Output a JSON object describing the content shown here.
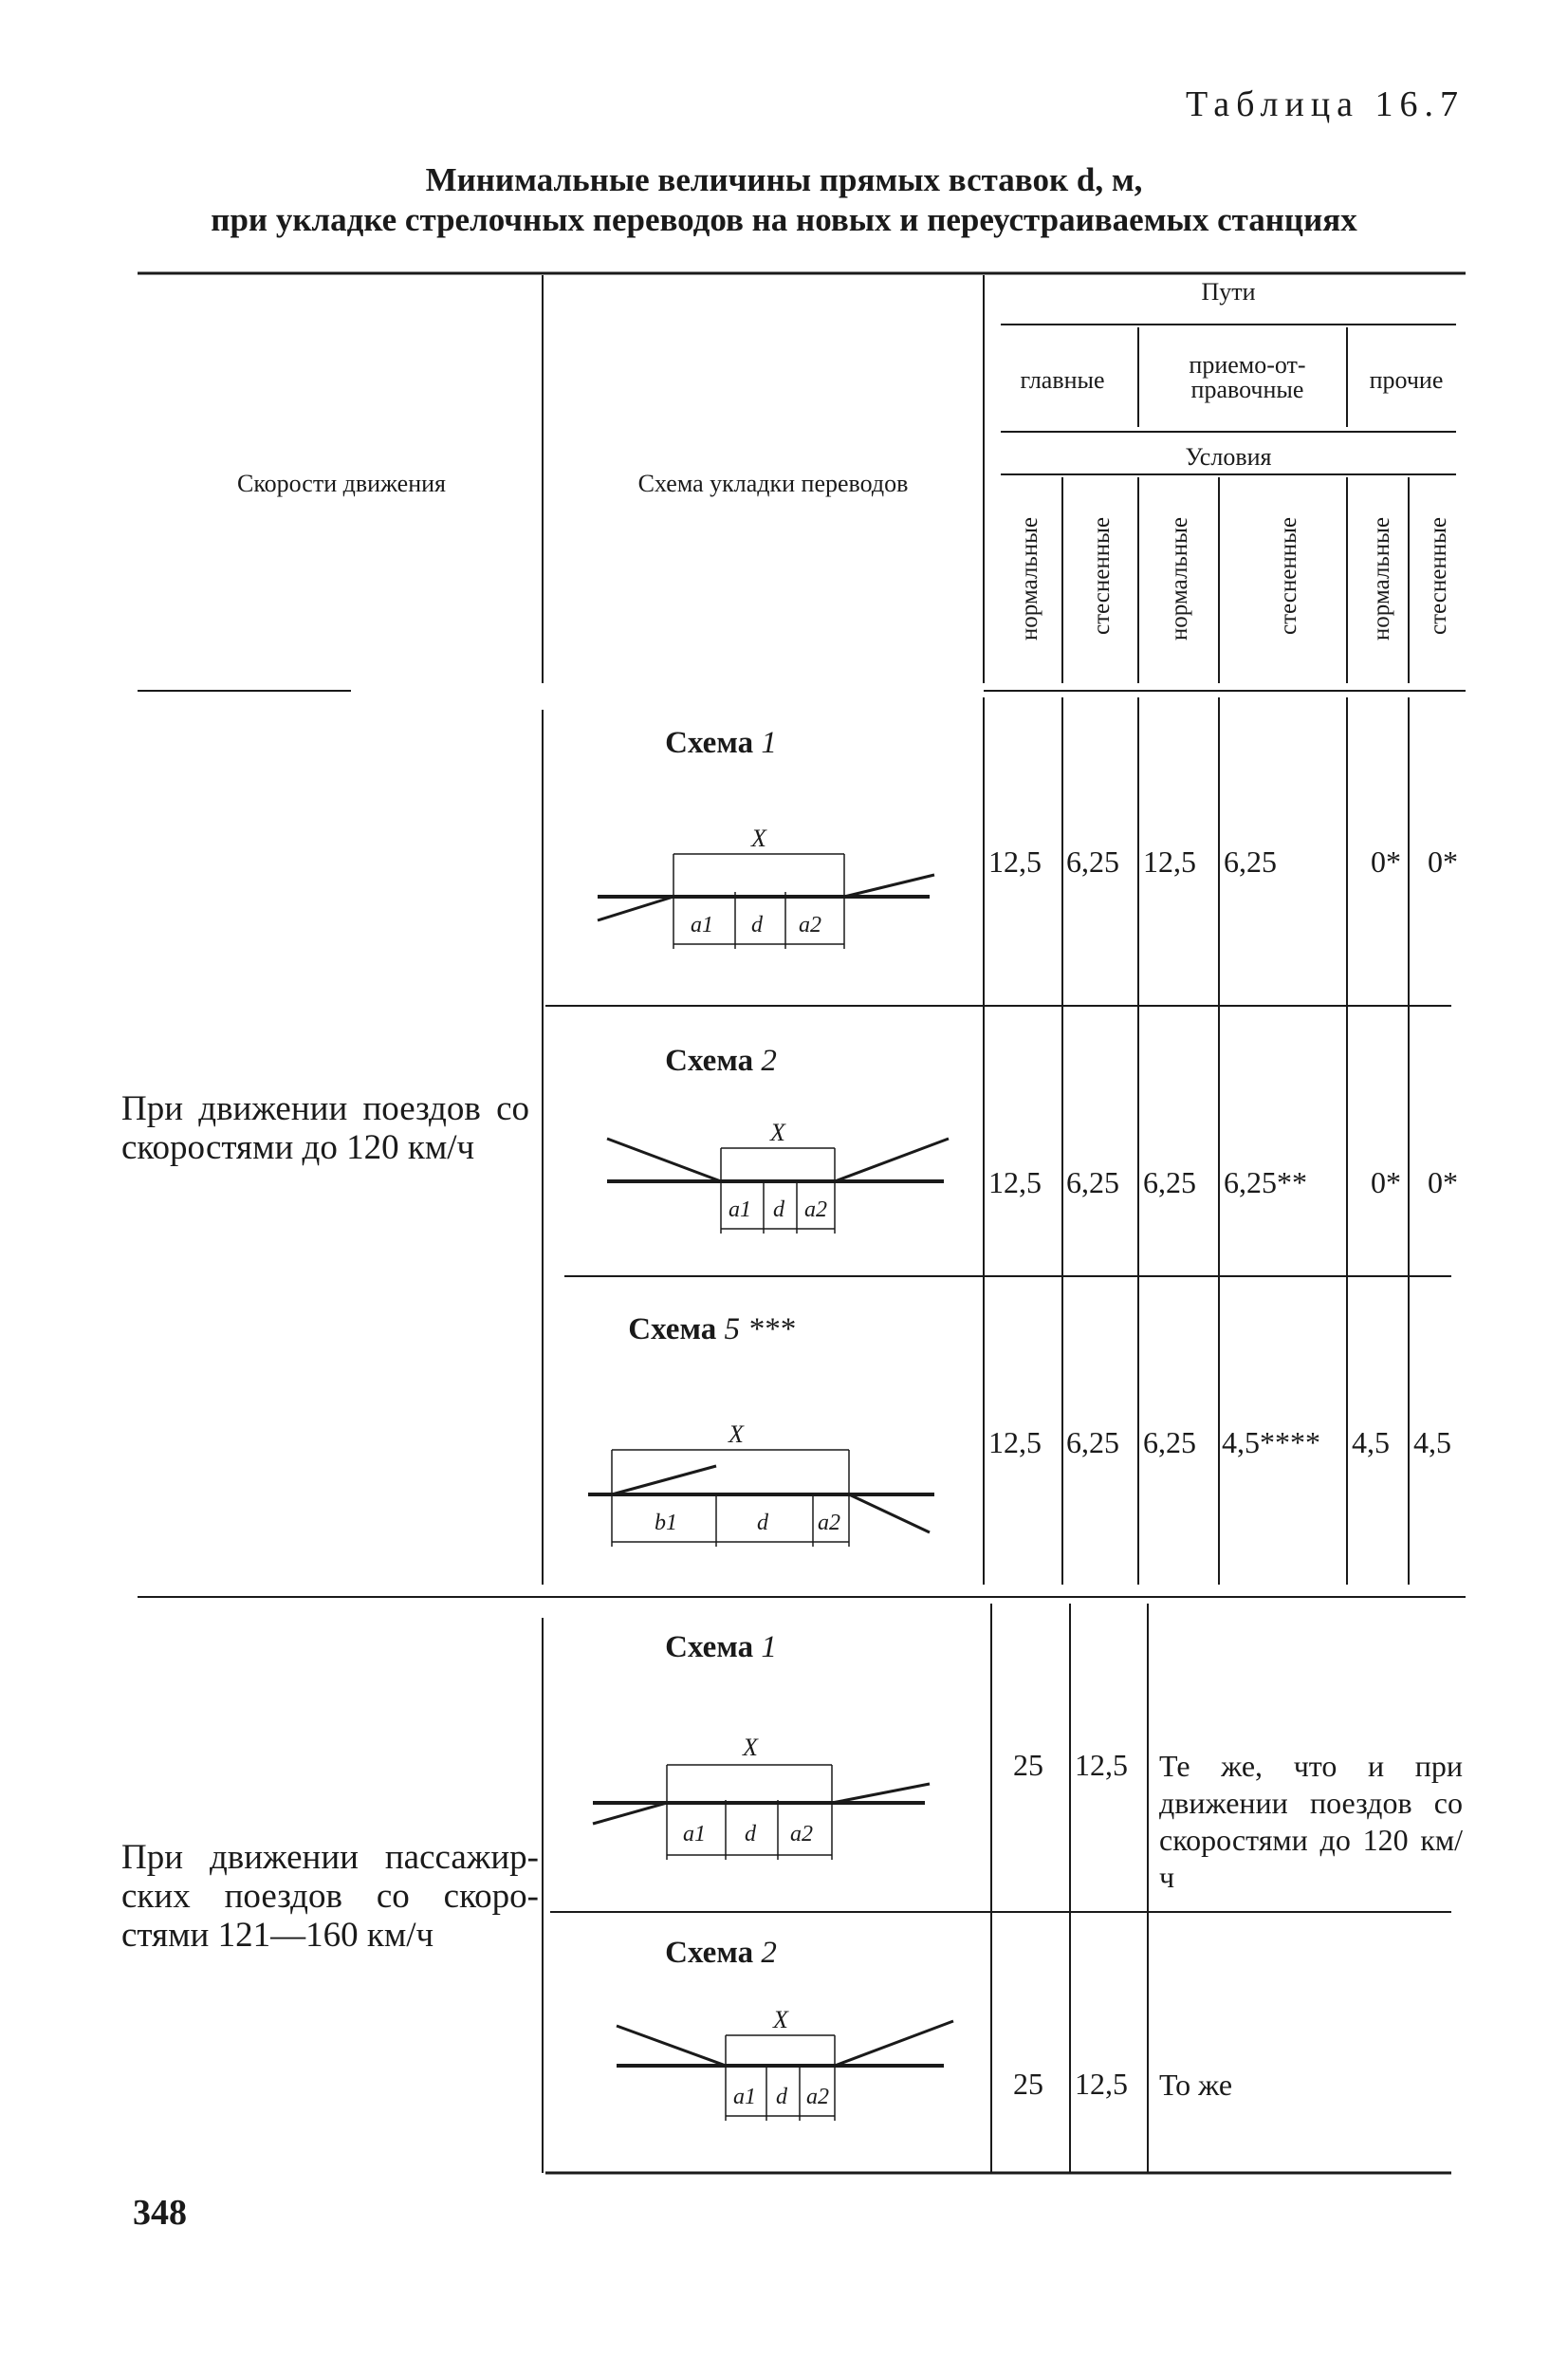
{
  "table_label": "Таблица 16.7",
  "title_line1": "Минимальные величины прямых вставок d, м,",
  "title_line2": "при укладке стрелочных переводов на новых и переустраиваемых станциях",
  "headers": {
    "speed": "Скорости движения",
    "scheme": "Схема укладки переводов",
    "tracks": "Пути",
    "main": "главные",
    "receiving": "приемо-от-правочные",
    "other": "прочие",
    "conditions": "Условия",
    "normal": "нормальные",
    "constrained": "стесненные"
  },
  "groups": [
    {
      "speed_text": "При движении поездов со скоростями до 120 км/ч",
      "rows": [
        {
          "scheme": "Схема",
          "num": "1",
          "values": [
            "12,5",
            "6,25",
            "12,5",
            "6,25",
            "0*",
            "0*"
          ]
        },
        {
          "scheme": "Схема",
          "num": "2",
          "values": [
            "12,5",
            "6,25",
            "6,25",
            "6,25**",
            "0*",
            "0*"
          ]
        },
        {
          "scheme": "Схема",
          "num": "5 ***",
          "values": [
            "12,5",
            "6,25",
            "6,25",
            "4,5****",
            "4,5",
            "4,5"
          ]
        }
      ]
    },
    {
      "speed_text": "При движении пассажир-ских поездов со скоро-стями 121—160 км/ч",
      "rows": [
        {
          "scheme": "Схема",
          "num": "1",
          "values": [
            "25",
            "12,5"
          ],
          "note": "Те же, что и при движении поездов со скоростями до 120 км/ч"
        },
        {
          "scheme": "Схема",
          "num": "2",
          "values": [
            "25",
            "12,5"
          ],
          "note": "То же"
        }
      ]
    }
  ],
  "diagram_labels": {
    "x": "X",
    "a1": "a1",
    "d": "d",
    "a2": "a2",
    "b1": "b1"
  },
  "page_number": "348"
}
